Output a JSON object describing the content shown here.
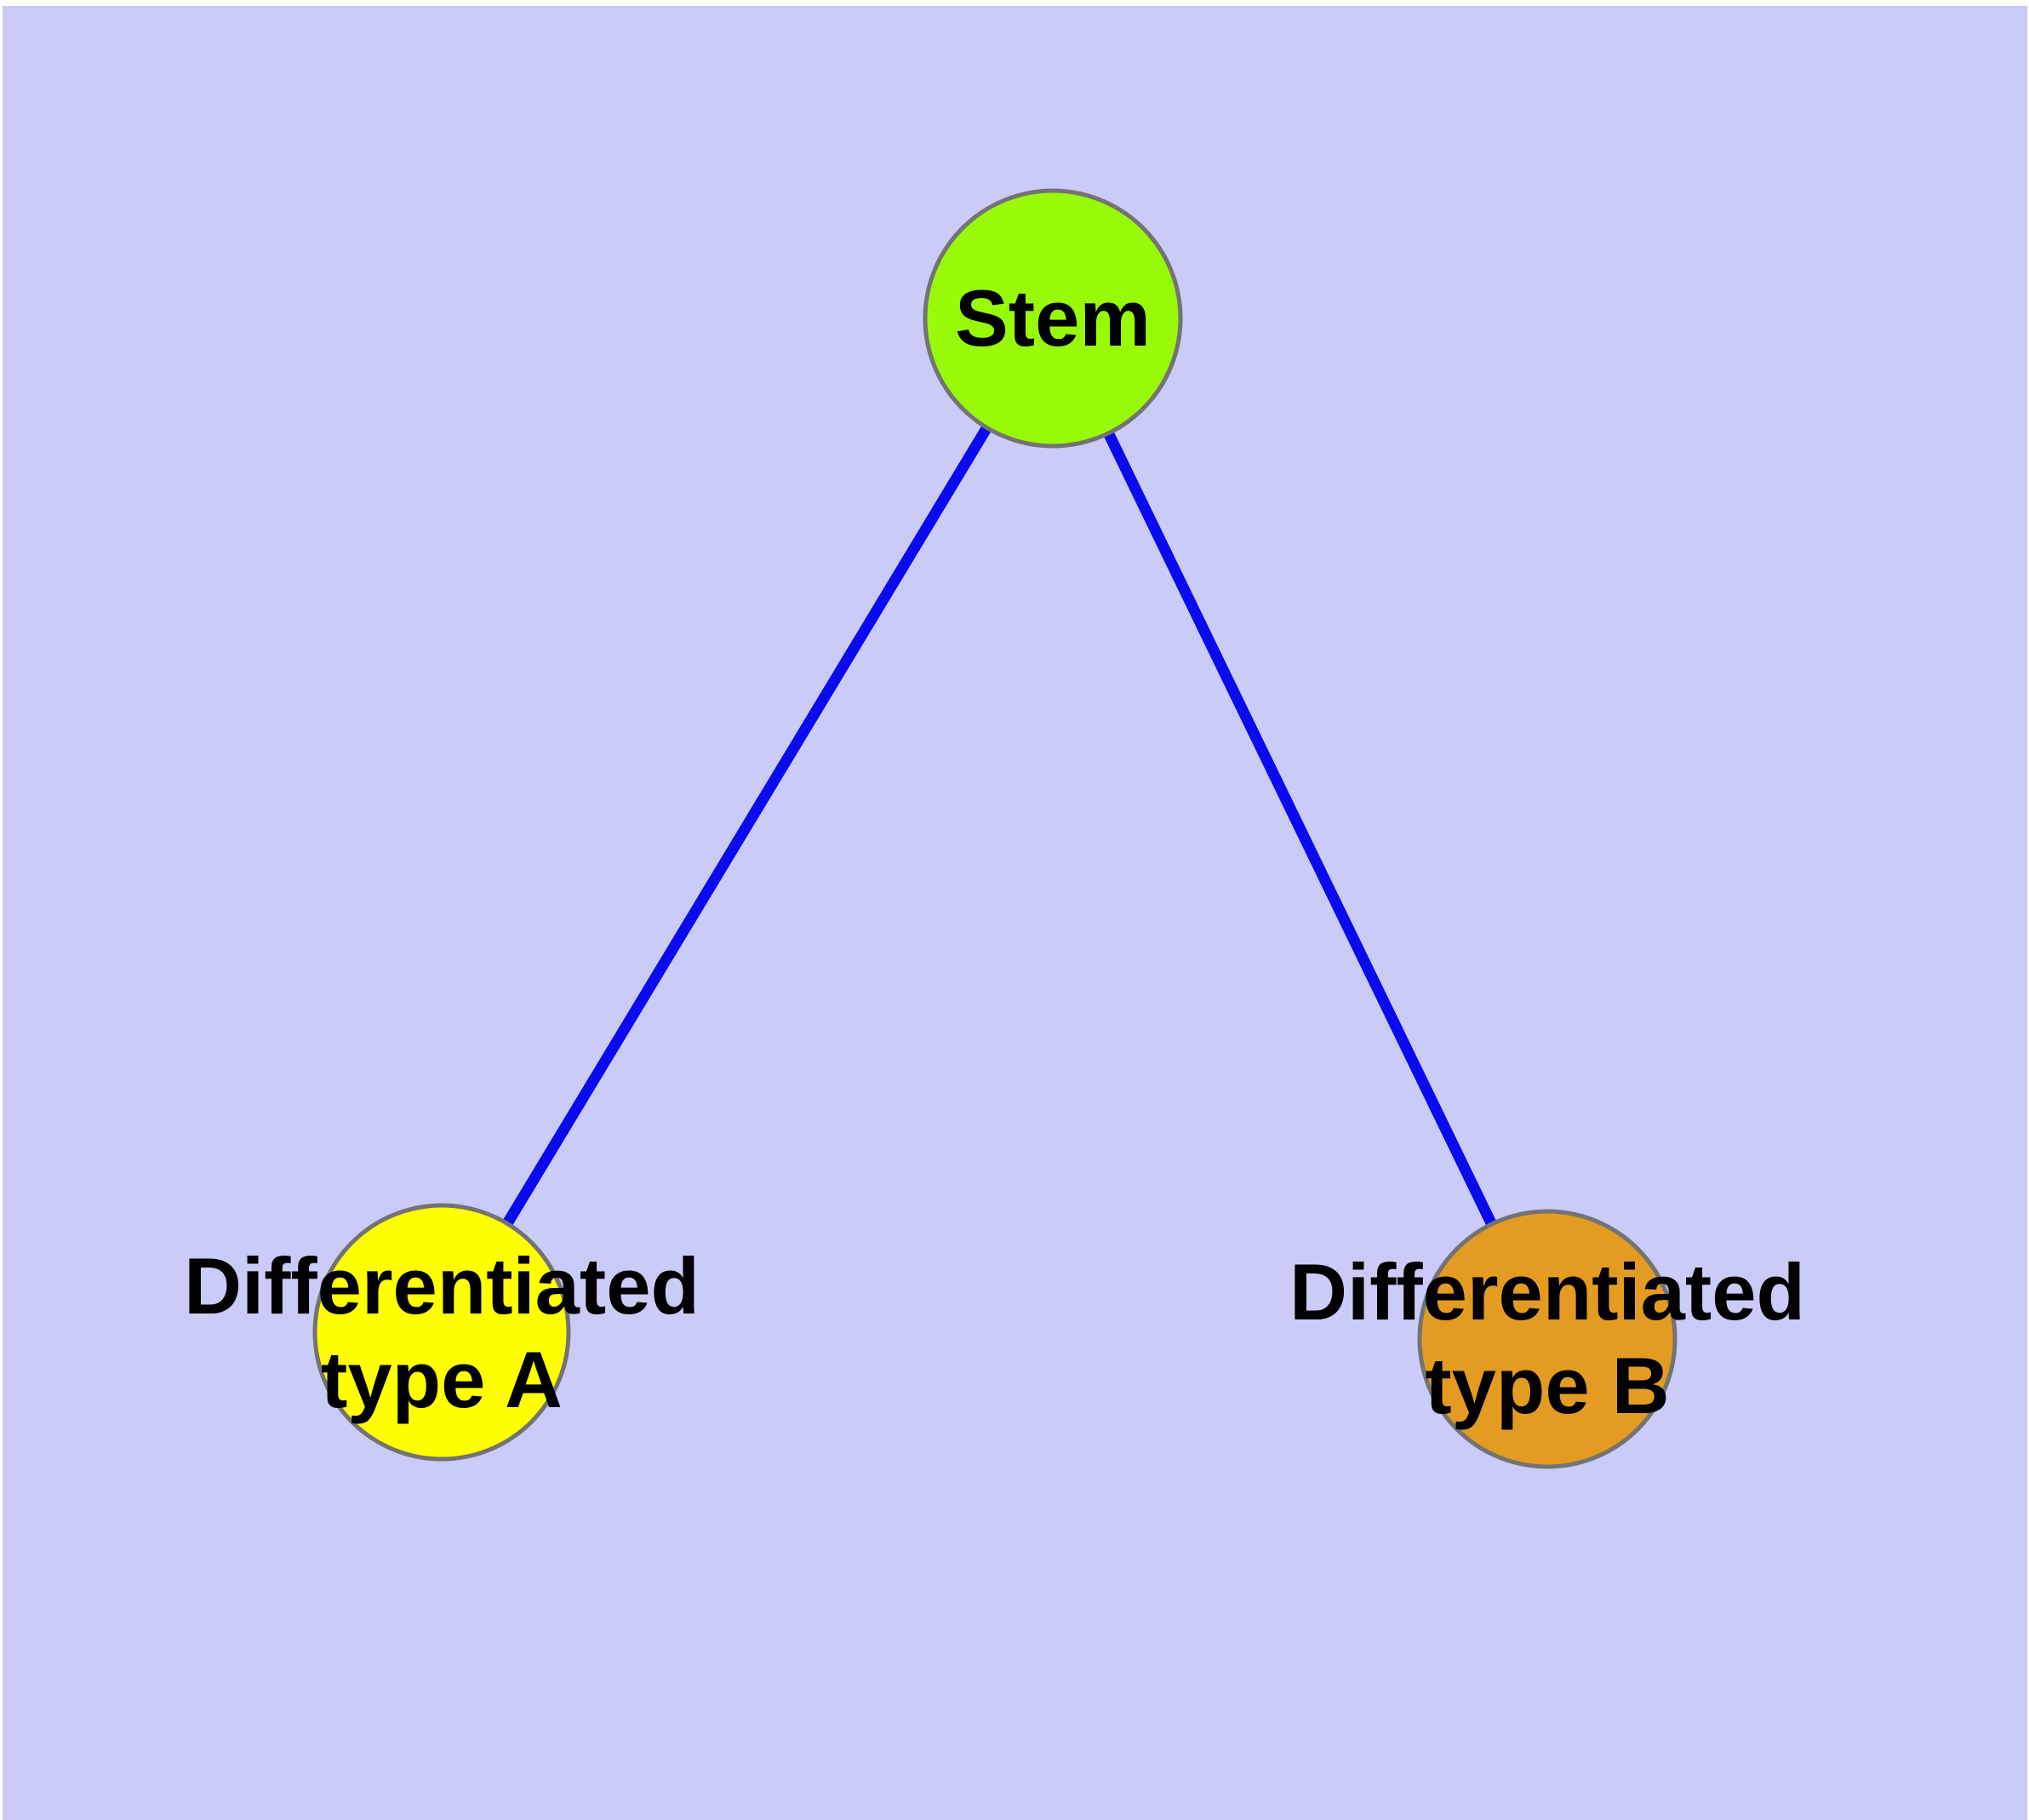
{
  "colors": {
    "canvas_bg": "#cacbf7",
    "edge": "#0a0aef",
    "node_border": "#737373",
    "label_text": "#000000"
  },
  "graph": {
    "type": "node-link-diagram",
    "nodes": [
      {
        "id": "stem",
        "label": "Stem",
        "lines": [
          "Stem"
        ],
        "fill": "#98f908"
      },
      {
        "id": "type-a",
        "label": "Differentiated type A",
        "lines": [
          "Differentiated",
          "type A"
        ],
        "fill": "#ffff00"
      },
      {
        "id": "type-b",
        "label": "Differentiated type B",
        "lines": [
          "Differentiated",
          "type B"
        ],
        "fill": "#e49b22"
      }
    ],
    "edges": [
      {
        "from": "Stem",
        "to": "Differentiated type A"
      },
      {
        "from": "Stem",
        "to": "Differentiated type B"
      }
    ]
  }
}
